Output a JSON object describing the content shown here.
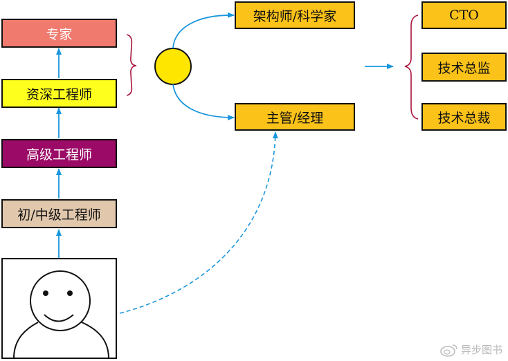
{
  "colors": {
    "expert": "#f07a6e",
    "senior": "#ffff1e",
    "advanced": "#9b0a66",
    "junior": "#e1c8ad",
    "role": "#fbc219",
    "sun": "#ffe600",
    "arrow": "#1a96dc",
    "brace": "#a8123a"
  },
  "career_ladder": [
    {
      "id": "expert",
      "label": "专家"
    },
    {
      "id": "senior",
      "label": "资深工程师"
    },
    {
      "id": "advanced",
      "label": "高级工程师"
    },
    {
      "id": "junior",
      "label": "初/中级工程师"
    }
  ],
  "branches": {
    "technical": "架构师/科学家",
    "management": "主管/经理"
  },
  "top_roles": [
    "CTO",
    "技术总监",
    "技术总裁"
  ],
  "watermark": "异步图书"
}
